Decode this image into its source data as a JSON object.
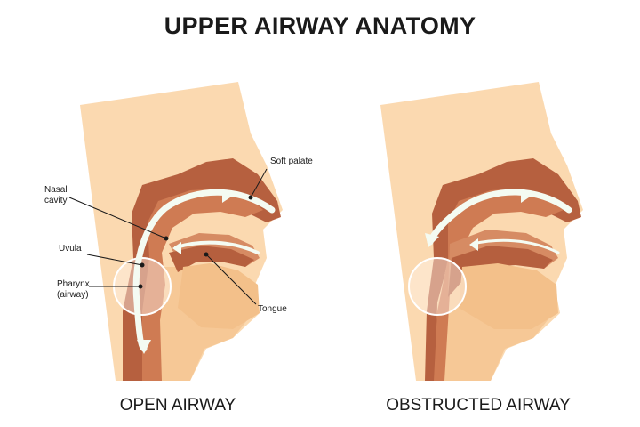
{
  "title": "UPPER AIRWAY ANATOMY",
  "panels": {
    "open": {
      "caption": "OPEN AIRWAY",
      "labels": {
        "soft_palate": "Soft palate",
        "nasal_cavity_1": "Nasal",
        "nasal_cavity_2": "cavity",
        "uvula": "Uvula",
        "pharynx_1": "Pharynx",
        "pharynx_2": "(airway)",
        "tongue": "Tongue"
      }
    },
    "obstructed": {
      "caption": "OBSTRUCTED AIRWAY"
    }
  },
  "colors": {
    "skin_light": "#fbd9b0",
    "skin_mid": "#f3c08a",
    "tissue_dark": "#a8553c",
    "tissue_mid": "#c9744f",
    "airflow": "#f4fbf2",
    "highlight_circle": "#fff4ec"
  }
}
